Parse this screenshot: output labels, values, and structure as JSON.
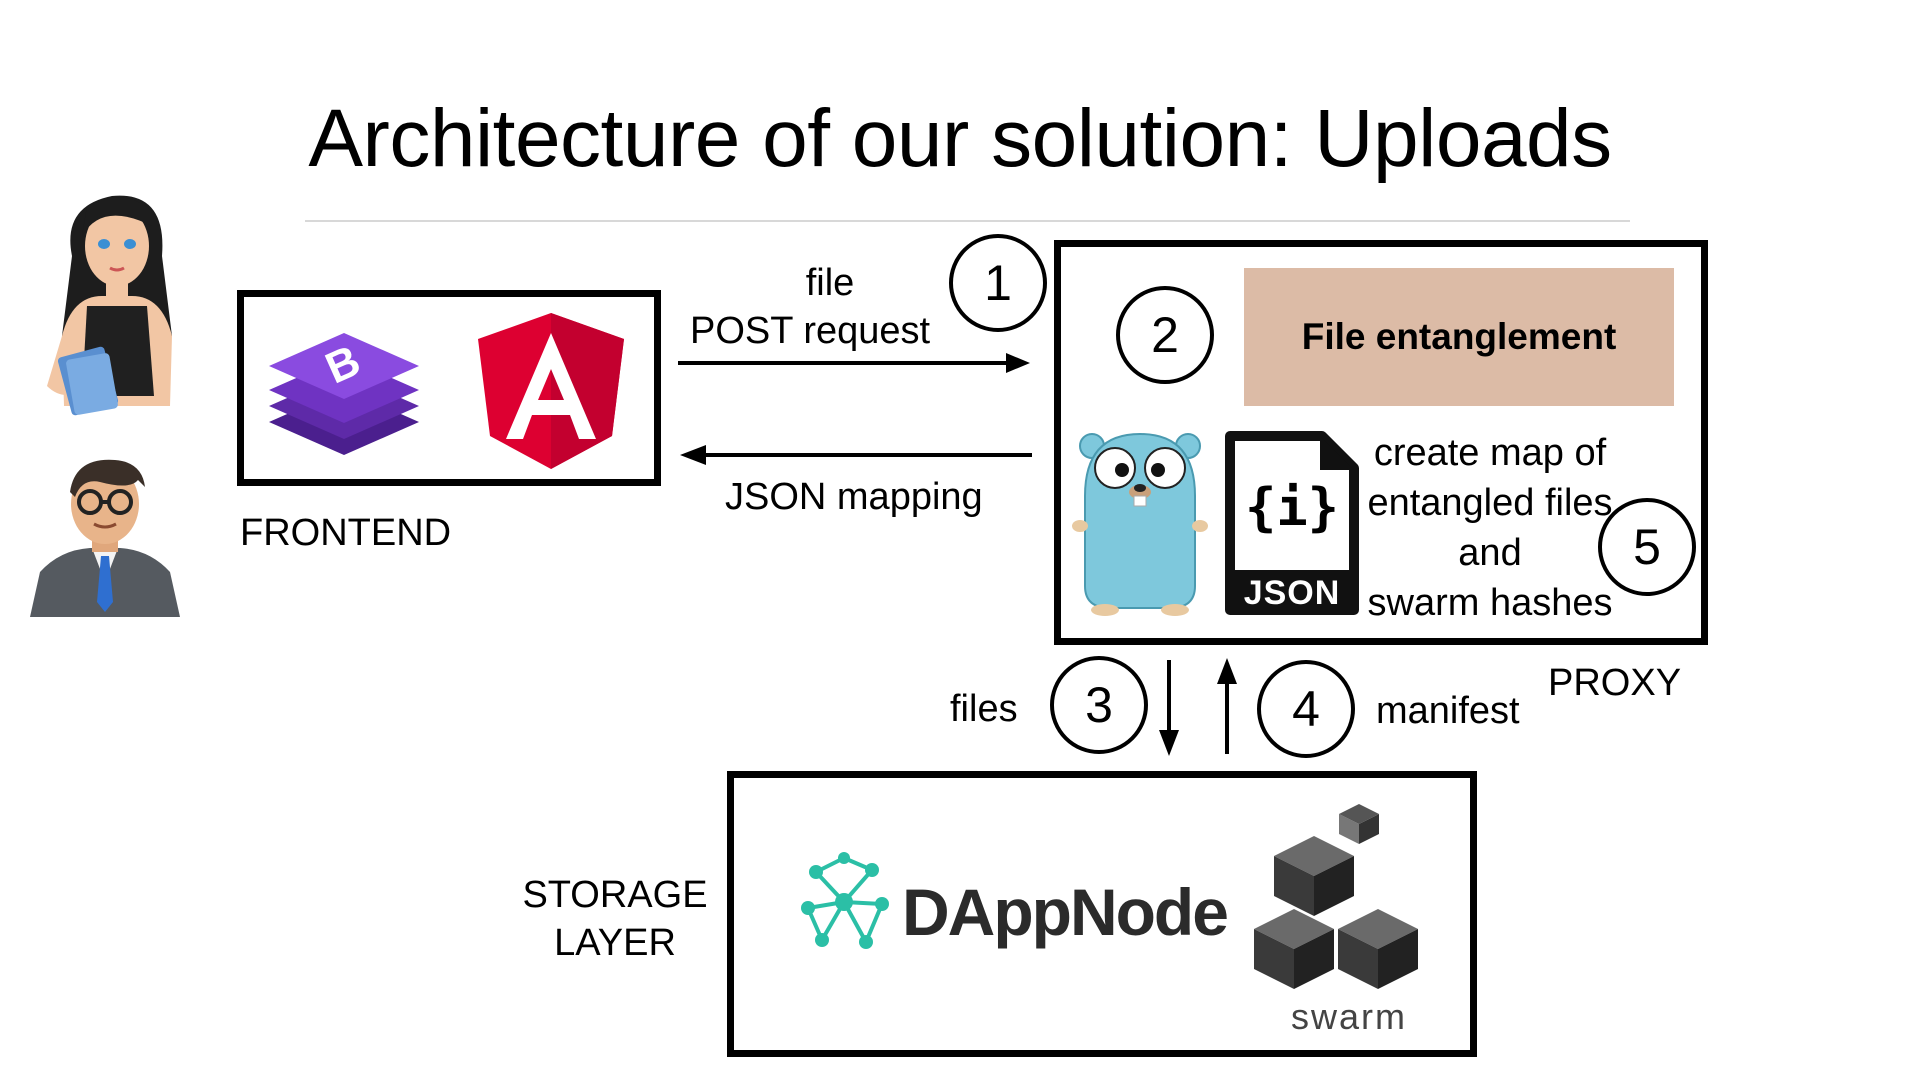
{
  "slide": {
    "title": "Architecture of our solution: Uploads"
  },
  "frontend": {
    "label": "FRONTEND"
  },
  "storage": {
    "label_line1": "STORAGE",
    "label_line2": "LAYER",
    "dappnode_logo_text": "DAppNode",
    "swarm_logo_text": "swarm"
  },
  "proxy": {
    "label": "PROXY",
    "entanglement": "File entanglement",
    "note_line1": "create map of",
    "note_line2": "entangled files",
    "note_line3": "and",
    "note_line4": "swarm hashes",
    "json_icon_text": "JSON",
    "json_brace_text": "{i}"
  },
  "arrows": {
    "request_line1": "file",
    "request_line2": "POST request",
    "response": "JSON mapping",
    "files": "files",
    "manifest": "manifest"
  },
  "steps": {
    "s1": "1",
    "s2": "2",
    "s3": "3",
    "s4": "4",
    "s5": "5"
  },
  "icons": {
    "woman": "woman-avatar-icon",
    "man": "man-avatar-icon",
    "bootstrap": "bootstrap-logo-icon",
    "angular": "angular-logo-icon",
    "gopher": "go-gopher-icon",
    "json": "json-file-icon",
    "dappnode": "dappnode-logo-icon",
    "swarm": "swarm-logo-icon"
  },
  "colors": {
    "entanglement_fill": "#dcbba6",
    "bootstrap_purple": "#7a3ec8",
    "angular_red": "#dd0031",
    "gopher_blue": "#7ec8dc",
    "dappnode_teal": "#2bbfa6"
  }
}
